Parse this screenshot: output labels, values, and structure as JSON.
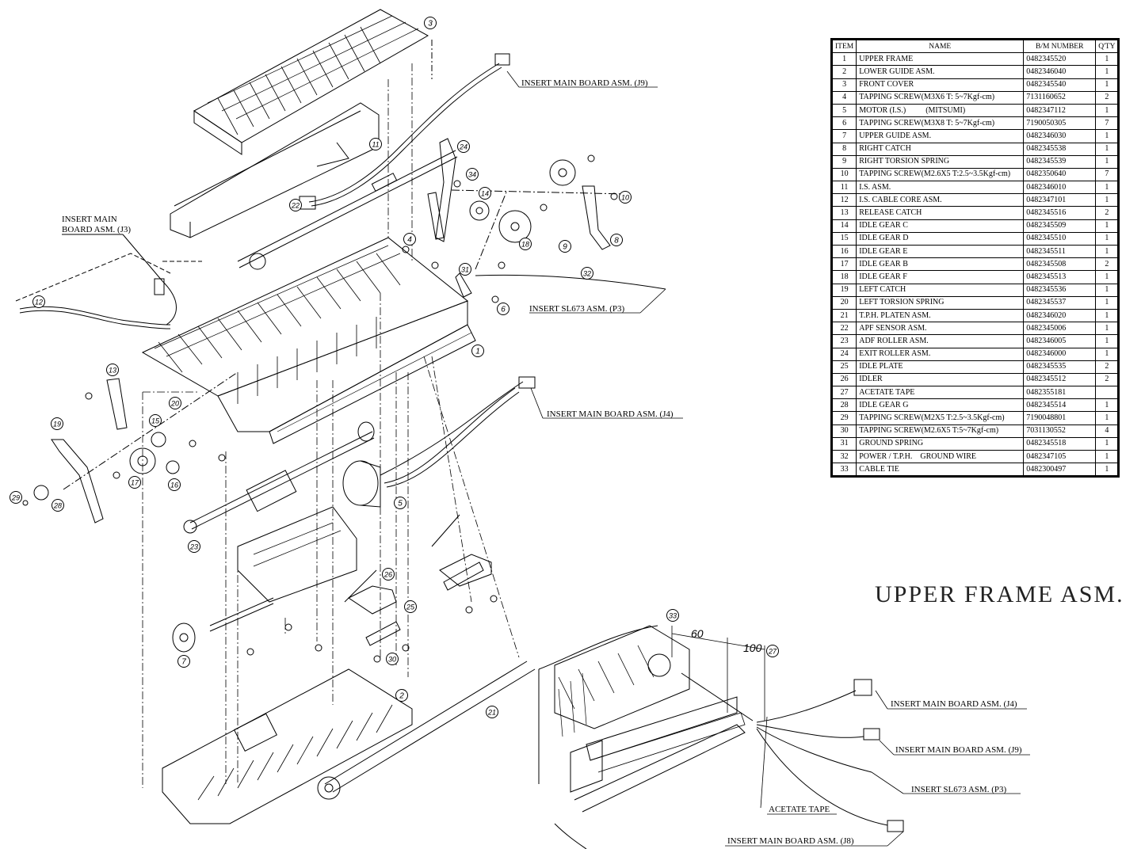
{
  "title": "UPPER FRAME ASM.",
  "bom": {
    "headers": [
      "ITEM",
      "NAME",
      "B/M NUMBER",
      "Q'TY"
    ],
    "rows": [
      [
        "1",
        "UPPER FRAME",
        "0482345520",
        "1"
      ],
      [
        "2",
        "LOWER GUIDE ASM.",
        "0482346040",
        "1"
      ],
      [
        "3",
        "FRONT COVER",
        "0482345540",
        "1"
      ],
      [
        "4",
        "TAPPING SCREW(M3X6 T: 5~7Kgf-cm)",
        "7131160652",
        "2"
      ],
      [
        "5",
        "MOTOR (I.S.)          (MITSUMI)",
        "0482347112",
        "1"
      ],
      [
        "6",
        "TAPPING SCREW(M3X8 T: 5~7Kgf-cm)",
        "7190050305",
        "7"
      ],
      [
        "7",
        "UPPER GUIDE ASM.",
        "0482346030",
        "1"
      ],
      [
        "8",
        "RIGHT CATCH",
        "0482345538",
        "1"
      ],
      [
        "9",
        "RIGHT TORSION SPRING",
        "0482345539",
        "1"
      ],
      [
        "10",
        "TAPPING SCREW(M2.6X5 T:2.5~3.5Kgf-cm)",
        "0482350640",
        "7"
      ],
      [
        "11",
        "I.S. ASM.",
        "0482346010",
        "1"
      ],
      [
        "12",
        "I.S. CABLE CORE ASM.",
        "0482347101",
        "1"
      ],
      [
        "13",
        "RELEASE CATCH",
        "0482345516",
        "2"
      ],
      [
        "14",
        "IDLE GEAR C",
        "0482345509",
        "1"
      ],
      [
        "15",
        "IDLE GEAR D",
        "0482345510",
        "1"
      ],
      [
        "16",
        "IDLE GEAR E",
        "0482345511",
        "1"
      ],
      [
        "17",
        "IDLE GEAR B",
        "0482345508",
        "2"
      ],
      [
        "18",
        "IDLE GEAR F",
        "0482345513",
        "1"
      ],
      [
        "19",
        "LEFT CATCH",
        "0482345536",
        "1"
      ],
      [
        "20",
        "LEFT TORSION SPRING",
        "0482345537",
        "1"
      ],
      [
        "21",
        "T.P.H. PLATEN ASM.",
        "0482346020",
        "1"
      ],
      [
        "22",
        "APF SENSOR ASM.",
        "0482345006",
        "1"
      ],
      [
        "23",
        "ADF ROLLER ASM.",
        "0482346005",
        "1"
      ],
      [
        "24",
        "EXIT ROLLER ASM.",
        "0482346000",
        "1"
      ],
      [
        "25",
        "IDLE PLATE",
        "0482345535",
        "2"
      ],
      [
        "26",
        "IDLER",
        "0482345512",
        "2"
      ],
      [
        "27",
        "ACETATE TAPE",
        "0482355181",
        ""
      ],
      [
        "28",
        "IDLE GEAR G",
        "0482345514",
        "1"
      ],
      [
        "29",
        "TAPPING SCREW(M2X5 T:2.5~3.5Kgf-cm)",
        "7190048801",
        "1"
      ],
      [
        "30",
        "TAPPING SCREW(M2.6X5 T:5~7Kgf-cm)",
        "7031130552",
        "4"
      ],
      [
        "31",
        "GROUND SPRING",
        "0482345518",
        "1"
      ],
      [
        "32",
        "POWER / T.P.H.    GROUND WIRE",
        "0482347105",
        "1"
      ],
      [
        "33",
        "CABLE TIE",
        "0482300497",
        "1"
      ]
    ]
  },
  "notes": {
    "j9": "INSERT MAIN BOARD ASM. (J9)",
    "j3_line1": "INSERT MAIN",
    "j3_line2": "BOARD ASM. (J3)",
    "p3": "INSERT SL673 ASM. (P3)",
    "j4": "INSERT MAIN BOARD ASM. (J4)",
    "detail_j4": "INSERT MAIN BOARD ASM. (J4)",
    "detail_j9": "INSERT MAIN BOARD ASM. (J9)",
    "detail_p3": "INSERT SL673 ASM. (P3)",
    "acetate": "ACETATE TAPE",
    "detail_j8": "INSERT MAIN BOARD ASM. (J8)"
  },
  "dimensions": {
    "d1": "60",
    "d2": "100"
  },
  "callouts": [
    "1",
    "2",
    "3",
    "4",
    "5",
    "6",
    "7",
    "8",
    "9",
    "10",
    "11",
    "12",
    "13",
    "14",
    "15",
    "16",
    "17",
    "18",
    "19",
    "20",
    "21",
    "22",
    "23",
    "24",
    "25",
    "26",
    "27",
    "28",
    "29",
    "30",
    "31",
    "32",
    "33",
    "34"
  ]
}
